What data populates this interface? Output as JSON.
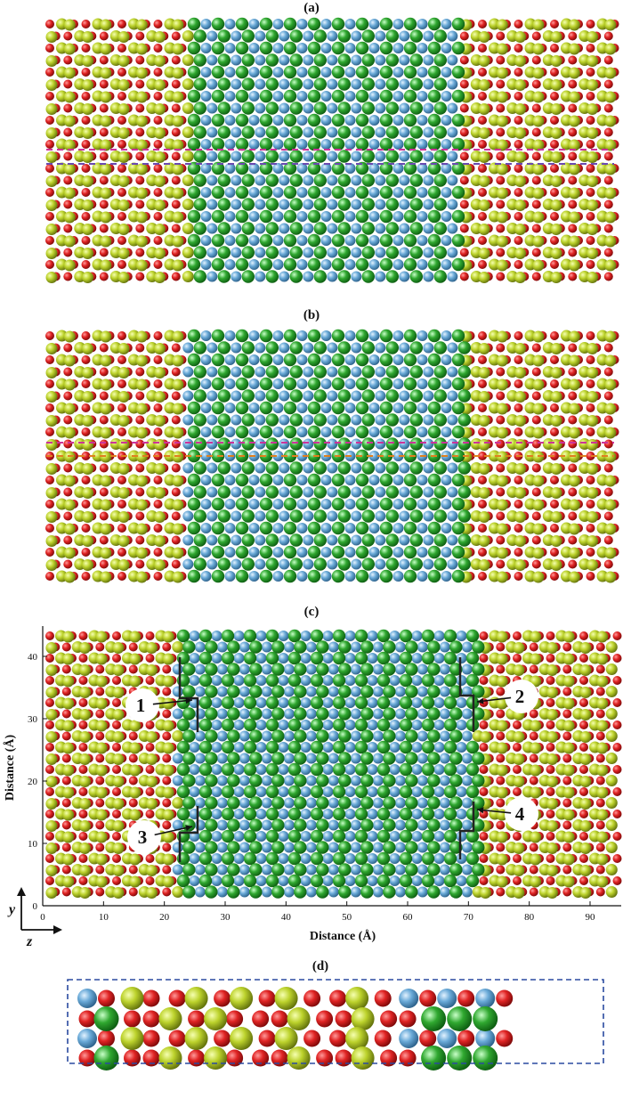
{
  "panels": [
    {
      "label": "(a)"
    },
    {
      "label": "(b)"
    },
    {
      "label": "(c)"
    },
    {
      "label": "(d)"
    }
  ],
  "panel_c": {
    "x_axis_label": "Distance (Å)",
    "y_axis_label": "Distance (Å)",
    "x_ticks": [
      "0",
      "10",
      "20",
      "30",
      "40",
      "50",
      "60",
      "70",
      "80",
      "90"
    ],
    "y_ticks": [
      "0",
      "10",
      "20",
      "30",
      "40"
    ],
    "axis_indicator_y": "y",
    "axis_indicator_z": "z",
    "callouts": [
      "1",
      "2",
      "3",
      "4"
    ]
  },
  "colors": {
    "oxygen_red": "#d42020",
    "yellow_green": "#b8d030",
    "blue": "#6aaad8",
    "green": "#30a830",
    "dashed_magenta": "#cc3399",
    "dashed_orange": "#e08020",
    "dashed_blue": "#2a4aa0"
  }
}
